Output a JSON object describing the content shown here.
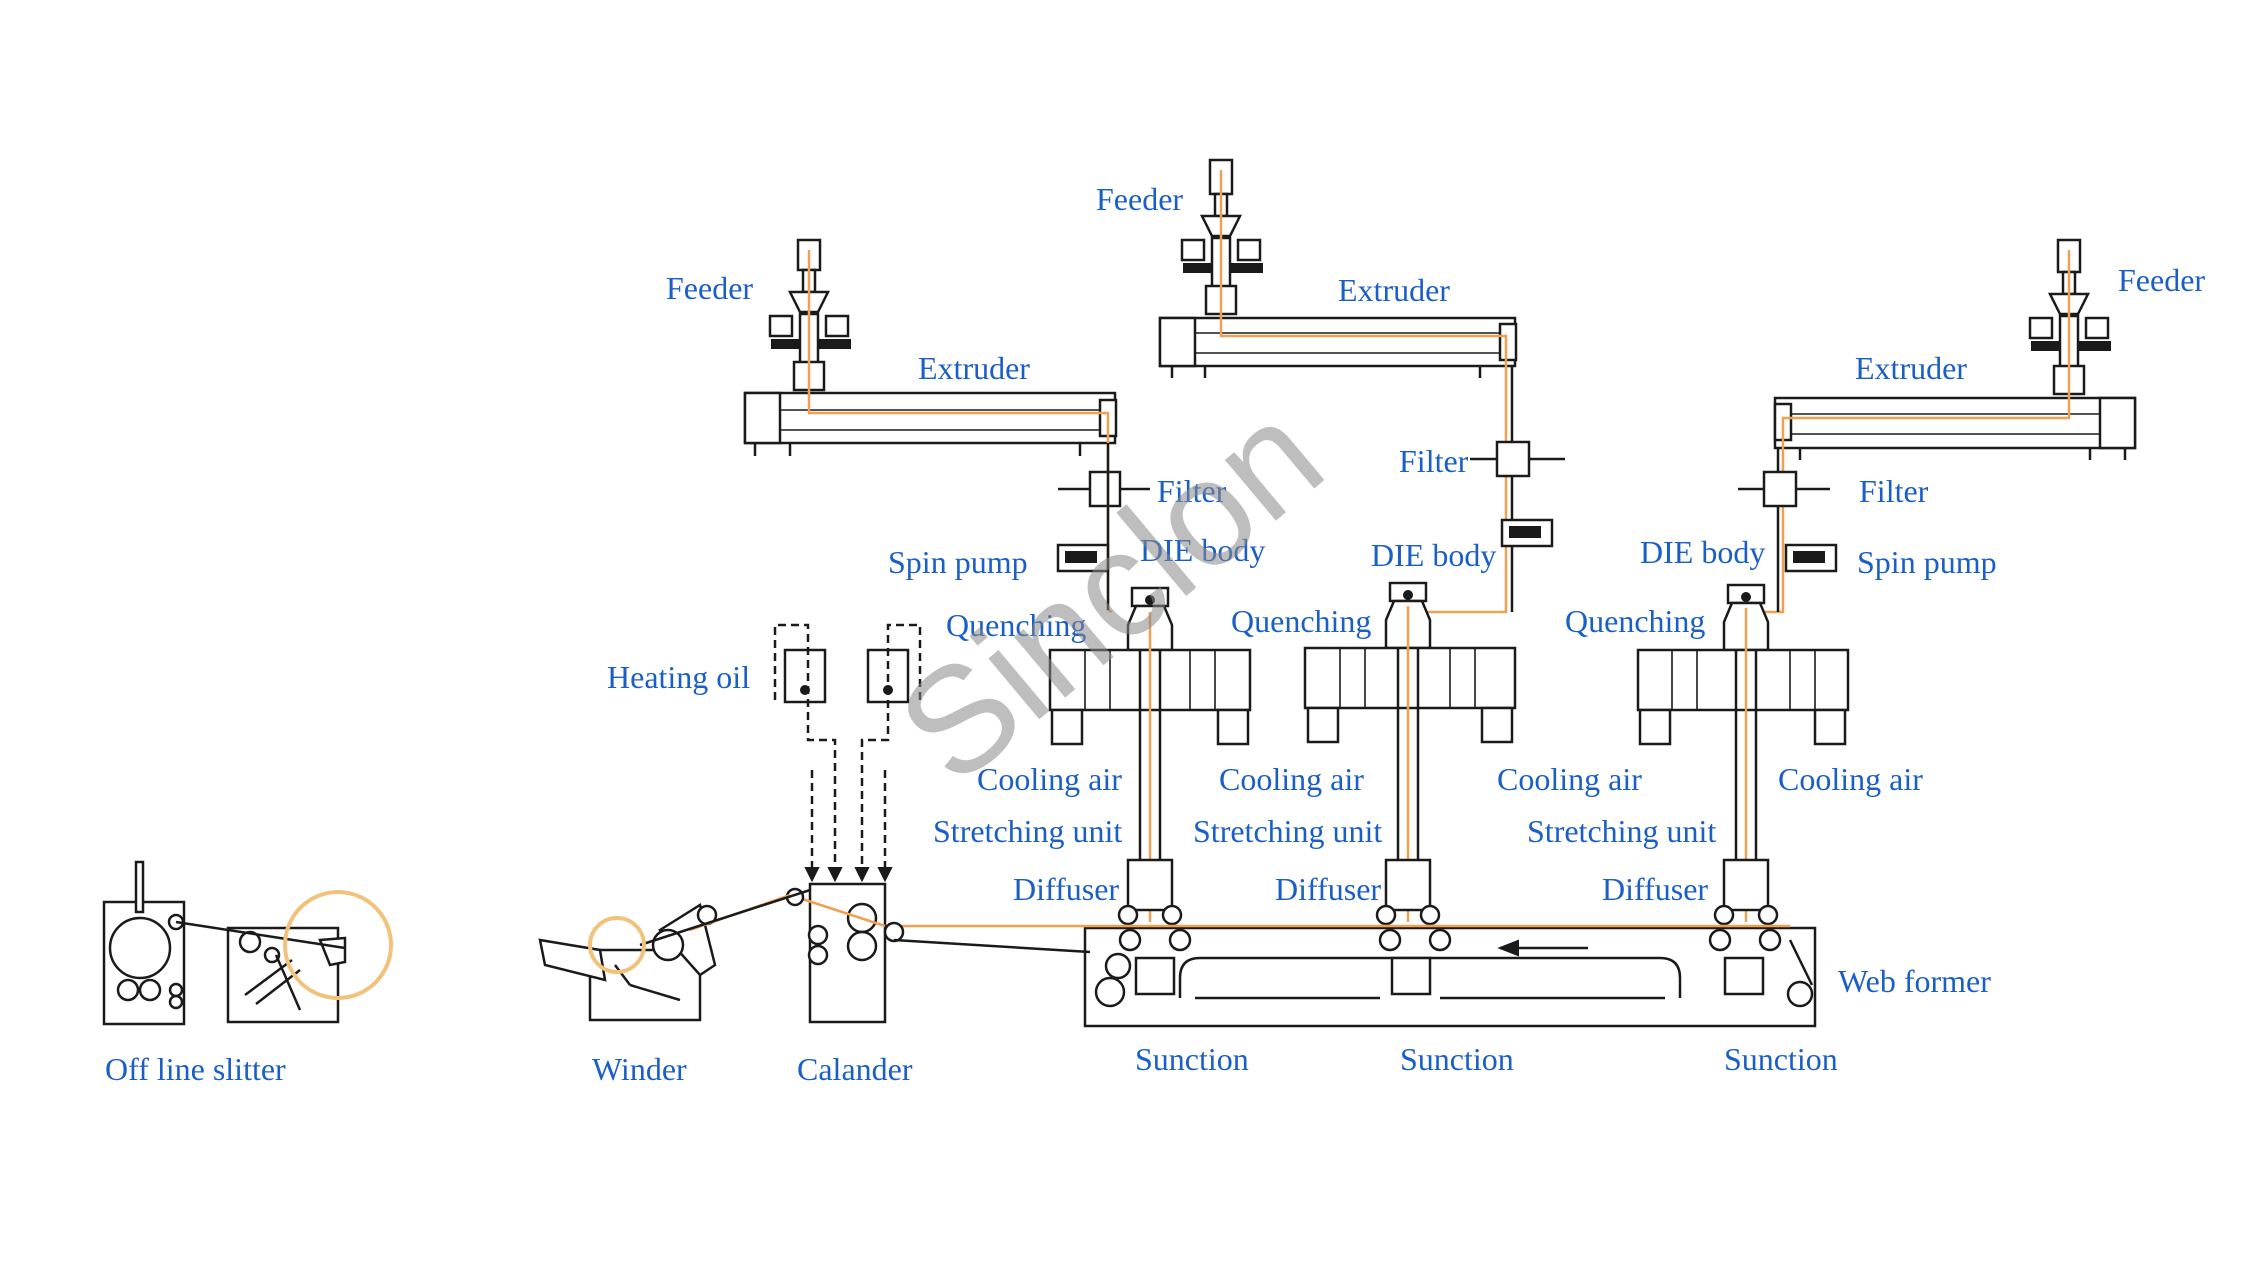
{
  "labels": {
    "feeder": "Feeder",
    "extruder": "Extruder",
    "filter": "Filter",
    "spin_pump": "Spin pump",
    "die_body": "DIE body",
    "quenching": "Quenching",
    "cooling_air": "Cooling air",
    "stretching_unit": "Stretching unit",
    "diffuser": "Diffuser",
    "sunction": "Sunction",
    "heating_oil": "Heating oil",
    "web_former": "Web former",
    "calander": "Calander",
    "winder": "Winder",
    "off_line_slitter": "Off line slitter"
  },
  "watermark": "Sinclon",
  "colors": {
    "label_text": "#1a5fc8",
    "line_art": "#1a1a1a",
    "melt_flow": "#f0a050",
    "highlight_circle": "#f2c27c",
    "watermark": "#8a8a8a"
  }
}
